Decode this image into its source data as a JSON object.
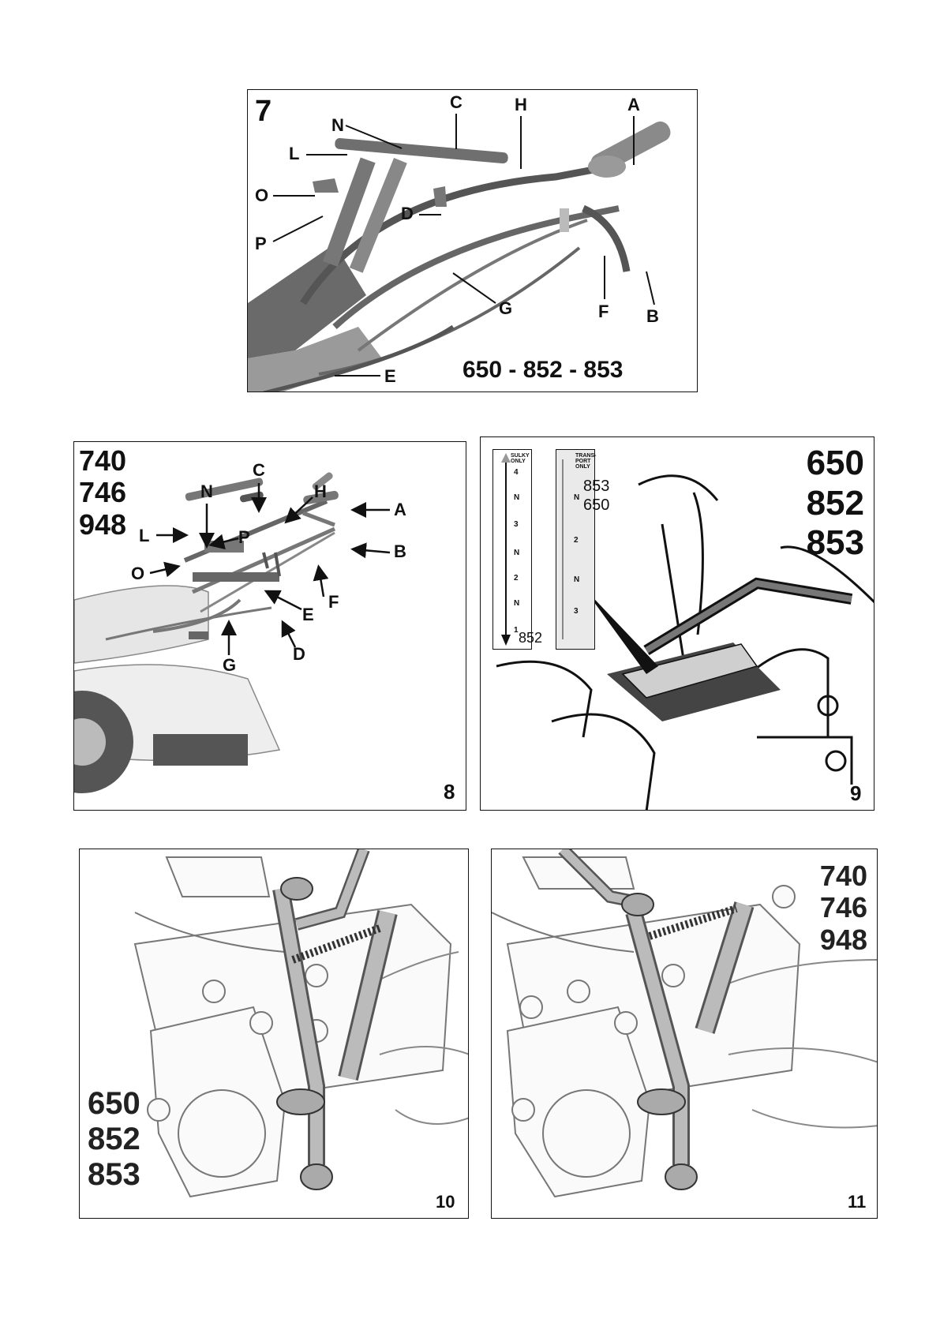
{
  "figures": [
    {
      "number": "7",
      "models": "650 - 852 - 853",
      "callouts": [
        "A",
        "B",
        "C",
        "D",
        "E",
        "F",
        "G",
        "H",
        "L",
        "N",
        "O",
        "P"
      ]
    },
    {
      "number": "8",
      "models": [
        "740",
        "746",
        "948"
      ],
      "callouts": [
        "A",
        "B",
        "C",
        "D",
        "E",
        "F",
        "G",
        "H",
        "L",
        "N",
        "O",
        "P"
      ]
    },
    {
      "number": "9",
      "models": [
        "650",
        "852",
        "853"
      ],
      "gear_labels": {
        "left_plate_model": "852",
        "right_plate_models": [
          "853",
          "650"
        ],
        "transport_text": "TRANS-\nPORT\nONLY",
        "sulky_text": "SULKY\nONLY",
        "gears_left": [
          "1",
          "N",
          "2",
          "N",
          "3",
          "N",
          "4"
        ],
        "gears_right": [
          "N",
          "2",
          "N",
          "3"
        ]
      }
    },
    {
      "number": "10",
      "models": [
        "650",
        "852",
        "853"
      ]
    },
    {
      "number": "11",
      "models": [
        "740",
        "746",
        "948"
      ]
    }
  ],
  "colors": {
    "ink": "#111111",
    "grey_dark": "#555555",
    "grey_mid": "#8a8a8a",
    "grey_light": "#cfcfcf"
  }
}
